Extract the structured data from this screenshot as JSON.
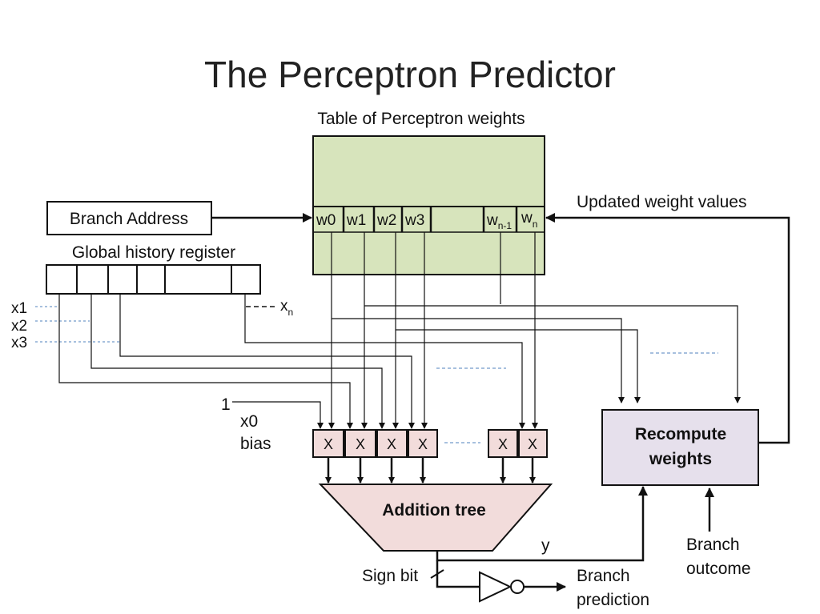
{
  "title": "The Perceptron Predictor",
  "table": {
    "caption": "Table  of Perceptron weights",
    "weights": [
      "w0",
      "w1",
      "w2",
      "w3"
    ],
    "wn1_base": "w",
    "wn1_sub": "n-1",
    "wn_base": "w",
    "wn_sub": "n",
    "fill": "#d7e4bc"
  },
  "branch_address": "Branch Address",
  "ghr": {
    "caption": "Global history register",
    "x_labels": [
      "x1",
      "x2",
      "x3"
    ],
    "xn_base": "x",
    "xn_sub": "n"
  },
  "bias": {
    "one": "1",
    "x0": "x0",
    "bias": "bias"
  },
  "multipliers": {
    "symbol": "X",
    "fill": "#f2dcdb"
  },
  "addition_tree": {
    "label": "Addition tree",
    "fill": "#f2dcdb"
  },
  "recompute": {
    "line1": "Recompute",
    "line2": "weights",
    "fill": "#e6e0ec"
  },
  "labels": {
    "updated": "Updated  weight  values",
    "y": "y",
    "sign_bit": "Sign bit",
    "prediction_1": "Branch",
    "prediction_2": "prediction",
    "outcome_1": "Branch",
    "outcome_2": "outcome"
  },
  "colors": {
    "dashed": "#4f81bd",
    "stroke": "#111111"
  }
}
